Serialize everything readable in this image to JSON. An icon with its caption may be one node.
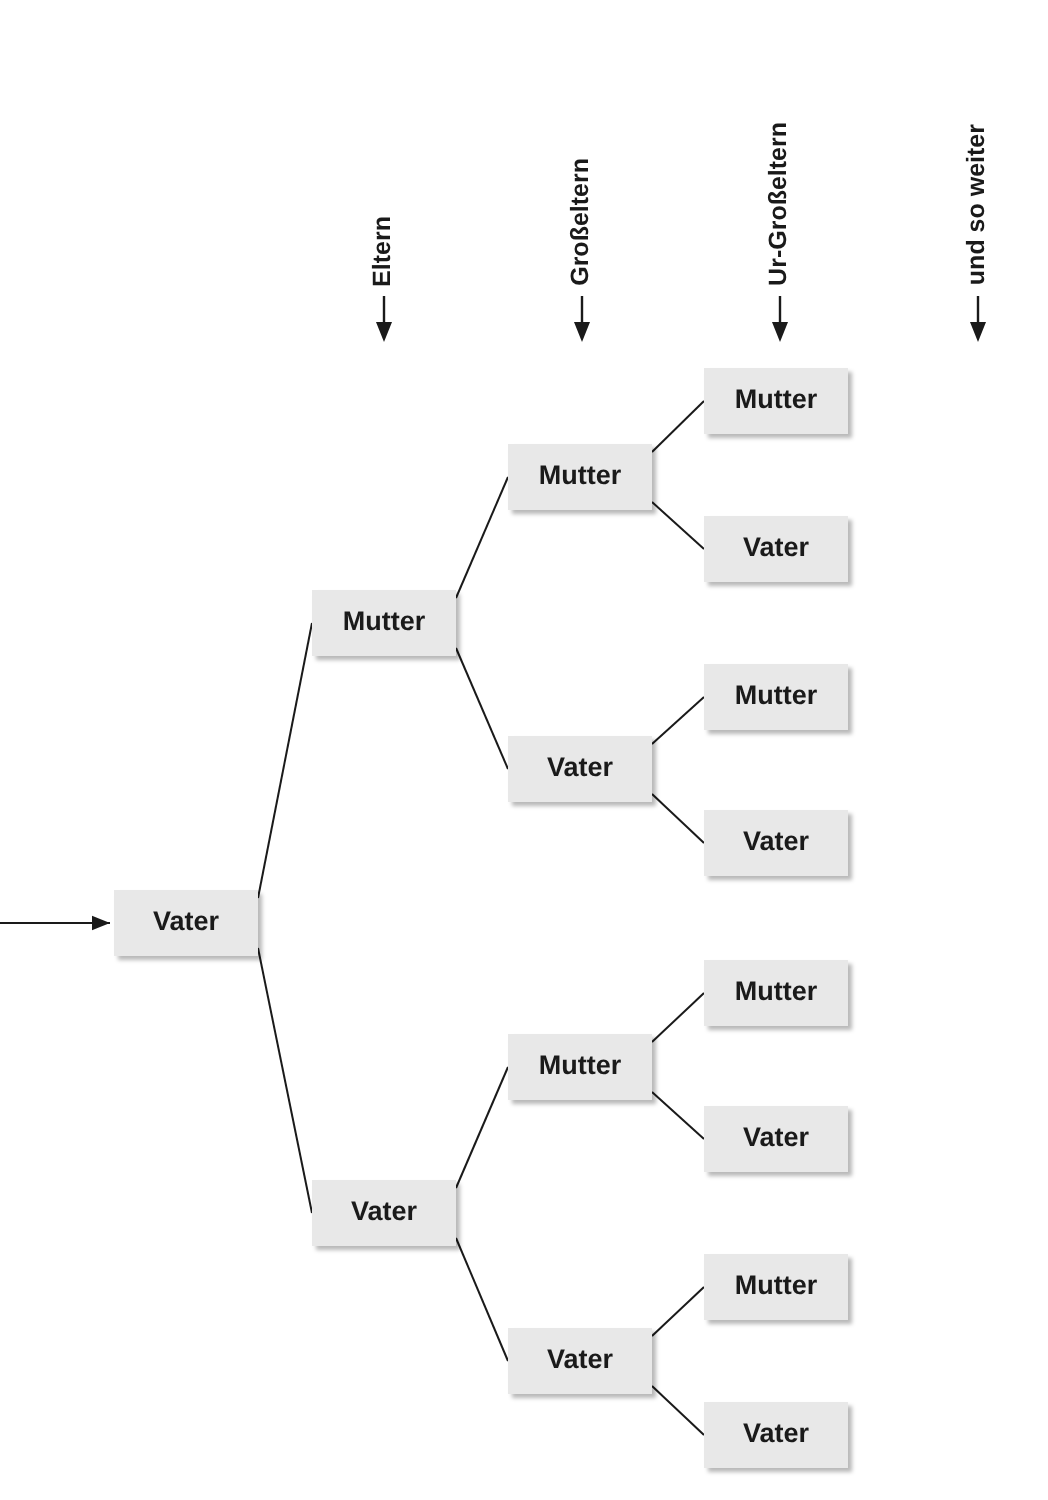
{
  "diagram": {
    "nodes": [
      {
        "text": [
          "Vater"
        ]
      },
      {
        "text": [
          "Mutter"
        ]
      },
      {
        "text": [
          "Vater"
        ]
      },
      {
        "text": [
          "Mutter"
        ]
      },
      {
        "text": [
          "Vater"
        ]
      },
      {
        "text": [
          "Mutter"
        ]
      },
      {
        "text": [
          "Vater"
        ]
      },
      {
        "text": [
          "Mutter"
        ]
      },
      {
        "text": [
          "Vater"
        ]
      },
      {
        "text": [
          "Mutter"
        ]
      },
      {
        "text": [
          "Vater"
        ]
      },
      {
        "text": [
          "Mutter"
        ]
      },
      {
        "text": [
          "Vater"
        ]
      },
      {
        "text": [
          "Mutter"
        ]
      },
      {
        "text": [
          "Vater"
        ]
      }
    ],
    "edges": [
      {
        "from": null,
        "to": 0,
        "arrow": "to"
      },
      {
        "from": 0,
        "to": 1,
        "arrow": "none"
      },
      {
        "from": 0,
        "to": 2,
        "arrow": "none"
      },
      {
        "from": 1,
        "to": 3,
        "arrow": "none"
      },
      {
        "from": 1,
        "to": 4,
        "arrow": "none"
      },
      {
        "from": 2,
        "to": 5,
        "arrow": "none"
      },
      {
        "from": 2,
        "to": 6,
        "arrow": "none"
      },
      {
        "from": 3,
        "to": 7,
        "arrow": "none"
      },
      {
        "from": 3,
        "to": 8,
        "arrow": "none"
      },
      {
        "from": 4,
        "to": 9,
        "arrow": "none"
      },
      {
        "from": 4,
        "to": 10,
        "arrow": "none"
      },
      {
        "from": 5,
        "to": 11,
        "arrow": "none"
      },
      {
        "from": 5,
        "to": 12,
        "arrow": "none"
      },
      {
        "from": 6,
        "to": 13,
        "arrow": "none"
      },
      {
        "from": 6,
        "to": 14,
        "arrow": "none"
      }
    ],
    "labels": [
      "Eltern",
      "Großeltern",
      "Ur-Großeltern",
      "und so weiter"
    ]
  }
}
